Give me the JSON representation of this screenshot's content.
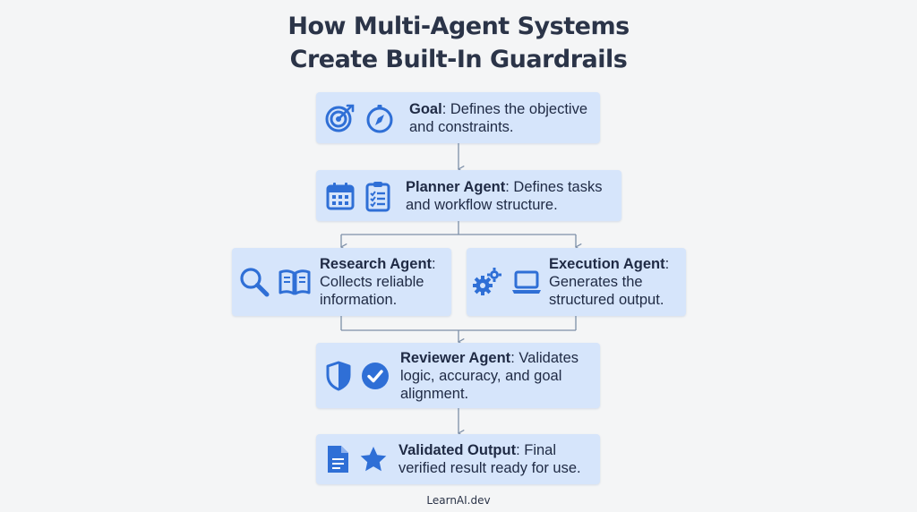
{
  "title": {
    "line1": "How Multi-Agent Systems",
    "line2": "Create Built-In Guardrails"
  },
  "colors": {
    "box_fill": "#d6e5fb",
    "icon_blue": "#2f6fd6",
    "connector": "#7d8fa8",
    "title_text": "#2b3448"
  },
  "nodes": {
    "goal": {
      "name": "Goal",
      "description": ": Defines the objective and constraints.",
      "icons": [
        "target-icon",
        "compass-icon"
      ]
    },
    "planner": {
      "name": "Planner Agent",
      "description": ": Defines tasks and workflow structure.",
      "icons": [
        "calendar-icon",
        "checklist-icon"
      ]
    },
    "research": {
      "name": "Research Agent",
      "description": ": Collects reliable information.",
      "icons": [
        "magnifier-icon",
        "book-icon"
      ]
    },
    "execution": {
      "name": "Execution Agent",
      "description": ": Generates the structured output.",
      "icons": [
        "gears-icon",
        "laptop-icon"
      ]
    },
    "reviewer": {
      "name": "Reviewer Agent",
      "description": ": Validates logic, accuracy, and goal alignment.",
      "icons": [
        "shield-icon",
        "checkmark-icon"
      ]
    },
    "output": {
      "name": "Validated Output",
      "description": ": Final verified result ready for use.",
      "icons": [
        "document-icon",
        "star-icon"
      ]
    }
  },
  "footer": "LearnAI.dev"
}
